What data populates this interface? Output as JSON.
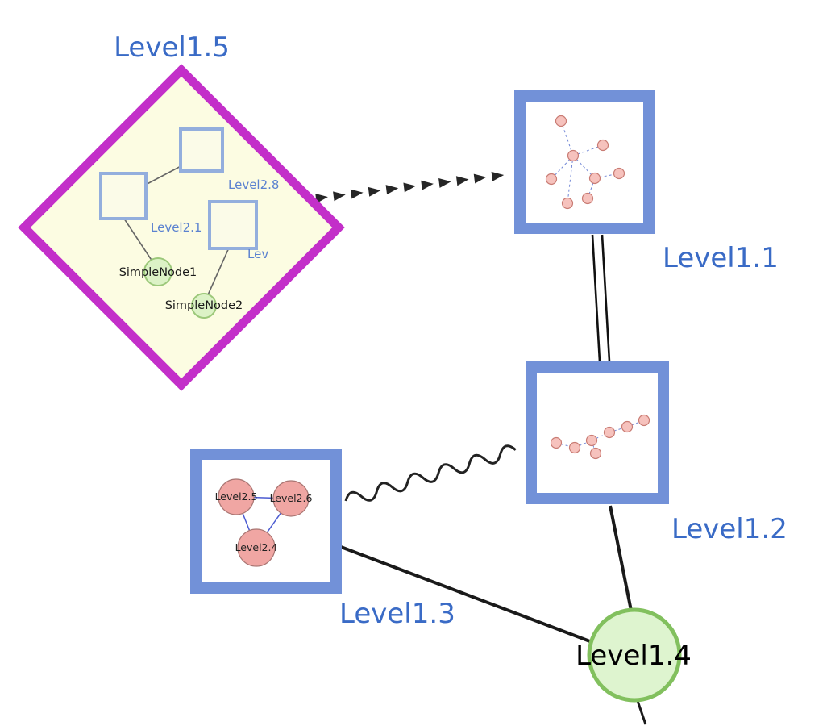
{
  "palette": {
    "label_blue": "#3a6bc6",
    "node_border_blue": "#7291d8",
    "inner_square_border_blue": "#93aedd",
    "diamond_border_magenta": "#c32fc9",
    "diamond_fill_yellow": "#fcfce2",
    "green_node_fill": "#def4cf",
    "green_node_border": "#82c05e",
    "pink_node_fill": "#f0a6a3",
    "mini_node_fill": "#f6c2bd",
    "mini_node_border": "#c97c74",
    "mini_edge_blue": "#7086d6",
    "edge_black": "#1a1a1a"
  },
  "graph": {
    "level15": {
      "label": "Level1.5",
      "shape": "diamond",
      "children": {
        "square_top": "Level2.8",
        "square_left": "Level2.1",
        "square_right": "Lev",
        "node1": "SimpleNode1",
        "node2": "SimpleNode2"
      }
    },
    "level11": {
      "label": "Level1.1",
      "shape": "square"
    },
    "level12": {
      "label": "Level1.2",
      "shape": "square"
    },
    "level13": {
      "label": "Level1.3",
      "shape": "square",
      "children": {
        "c1": "Level2.5",
        "c2": "Level2.6",
        "c3": "Level2.4"
      }
    },
    "level14": {
      "label": "Level1.4",
      "shape": "circle"
    }
  },
  "edges": [
    {
      "from": "Level1.5",
      "to": "Level1.1",
      "style": "dashed-arrow"
    },
    {
      "from": "Level1.1",
      "to": "Level1.2",
      "style": "double-line"
    },
    {
      "from": "Level1.3",
      "to": "Level1.2",
      "style": "wavy"
    },
    {
      "from": "Level1.3",
      "to": "Level1.4",
      "style": "solid"
    },
    {
      "from": "Level1.2",
      "to": "Level1.4",
      "style": "solid"
    },
    {
      "from": "Level1.4",
      "to": "(offscreen-bottom)",
      "style": "solid"
    },
    {
      "from": "Level2.5",
      "to": "Level2.6",
      "style": "solid"
    },
    {
      "from": "Level2.5",
      "to": "Level2.4",
      "style": "solid"
    },
    {
      "from": "Level2.6",
      "to": "Level2.4",
      "style": "solid"
    },
    {
      "from": "Level2.1",
      "to": "SimpleNode1",
      "style": "solid"
    },
    {
      "from": "Lev",
      "to": "SimpleNode2",
      "style": "solid"
    }
  ]
}
